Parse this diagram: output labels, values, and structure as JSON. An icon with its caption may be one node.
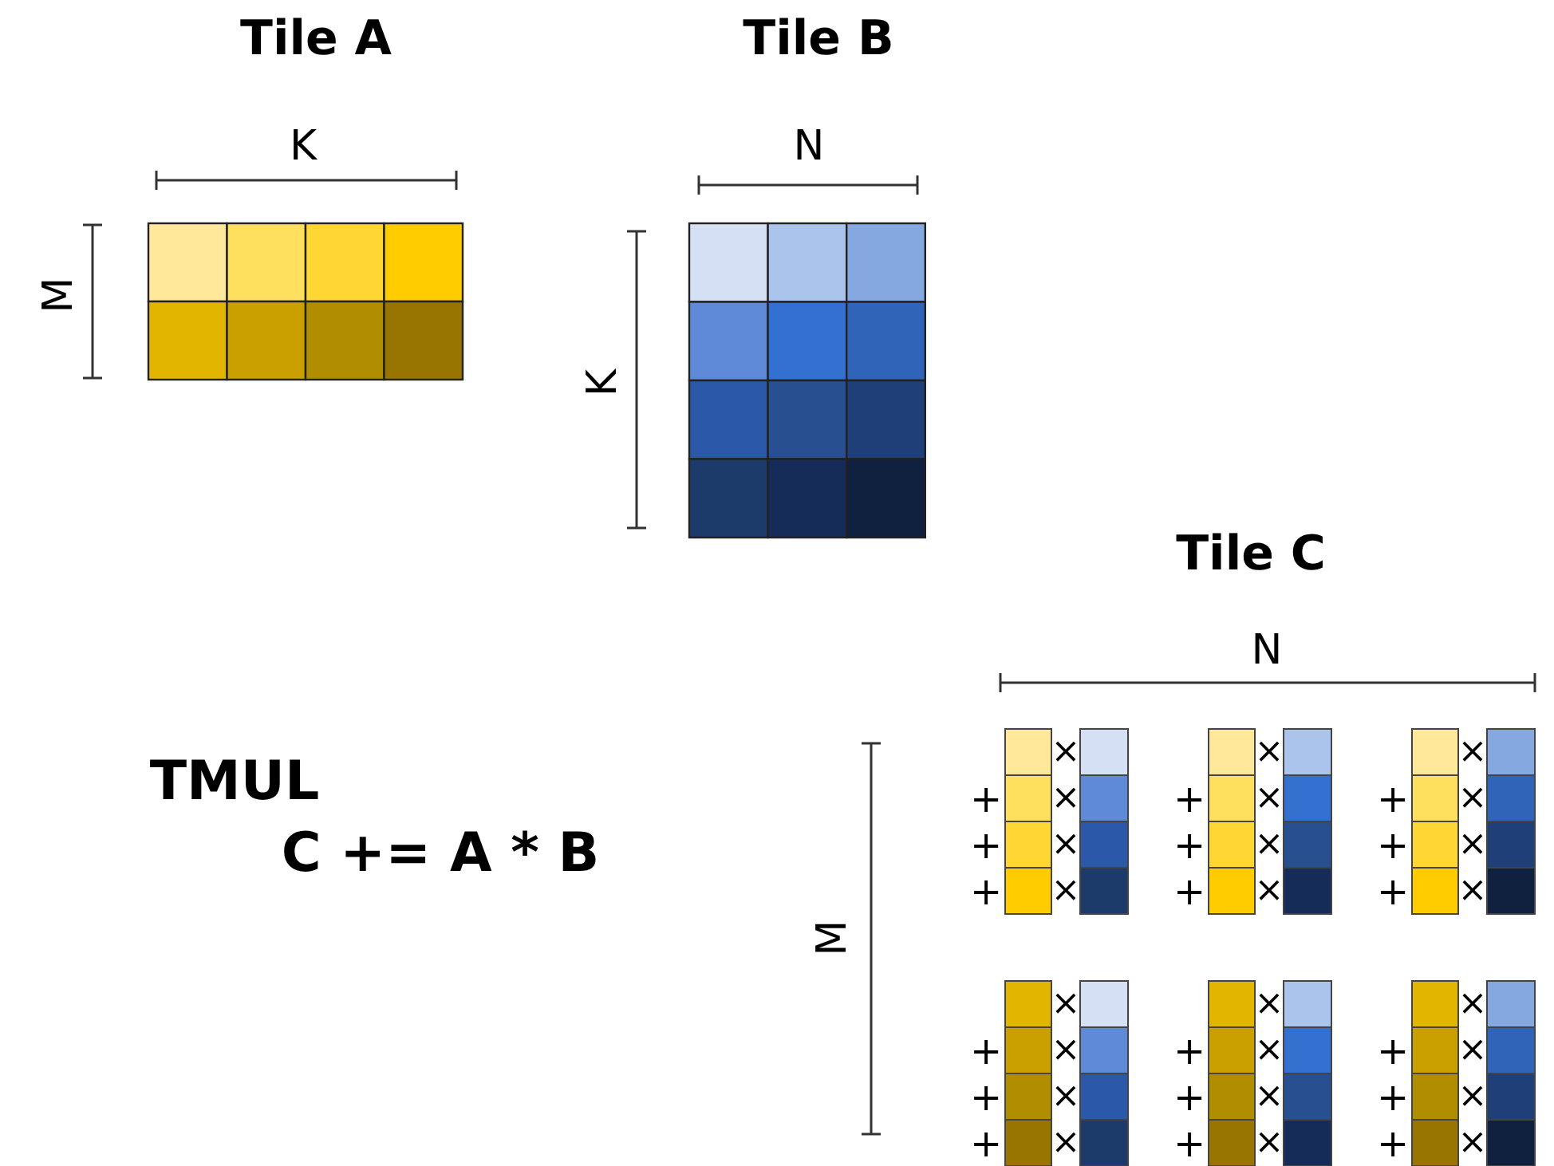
{
  "diagram": {
    "labels": [
      "Tile A",
      "K",
      "M",
      "Tile B",
      "N",
      "K",
      "Tile C",
      "N",
      "M",
      "TMUL",
      "C += A * B",
      "×",
      "+",
      "×",
      "+",
      "×",
      "+",
      "×",
      "×",
      "+",
      "×",
      "+",
      "×",
      "+",
      "×",
      "×",
      "+",
      "×",
      "+",
      "×",
      "+",
      "×",
      "×",
      "+",
      "×",
      "+",
      "×",
      "+",
      "×",
      "×",
      "+",
      "×",
      "+",
      "×",
      "+",
      "×",
      "×",
      "+",
      "×",
      "+",
      "×",
      "+",
      "×"
    ]
  }
}
